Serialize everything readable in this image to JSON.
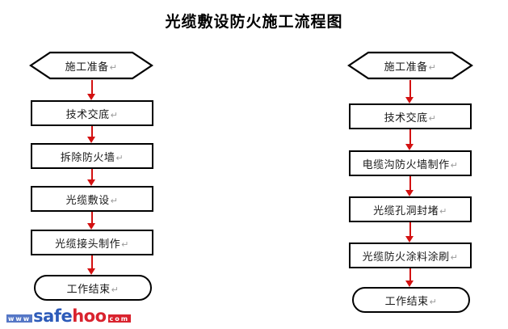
{
  "title": "光缆敷设防火施工流程图",
  "return_mark": "↵",
  "colors": {
    "arrow": "#d31111",
    "shape_border": "#000000",
    "background": "#ffffff",
    "text": "#1a1a1a",
    "logo_blue": "#2d5bb9",
    "logo_red": "#d9232e"
  },
  "flows": [
    {
      "name": "left-flow",
      "nodes": [
        {
          "label": "施工准备",
          "shape": "hexagon"
        },
        {
          "label": "技术交底",
          "shape": "rect"
        },
        {
          "label": "拆除防火墙",
          "shape": "rect"
        },
        {
          "label": "光缆敷设",
          "shape": "rect"
        },
        {
          "label": "光缆接头制作",
          "shape": "rect"
        },
        {
          "label": "工作结束",
          "shape": "stadium"
        }
      ]
    },
    {
      "name": "right-flow",
      "nodes": [
        {
          "label": "施工准备",
          "shape": "hexagon"
        },
        {
          "label": "技术交底",
          "shape": "rect"
        },
        {
          "label": "电缆沟防火墙制作",
          "shape": "rect"
        },
        {
          "label": "光缆孔洞封堵",
          "shape": "rect"
        },
        {
          "label": "光缆防火涂料涂刷",
          "shape": "rect"
        },
        {
          "label": "工作结束",
          "shape": "stadium"
        }
      ]
    }
  ],
  "logo": {
    "www": "www",
    "safe": "safe",
    "hoo": "hoo",
    "com": "com"
  }
}
